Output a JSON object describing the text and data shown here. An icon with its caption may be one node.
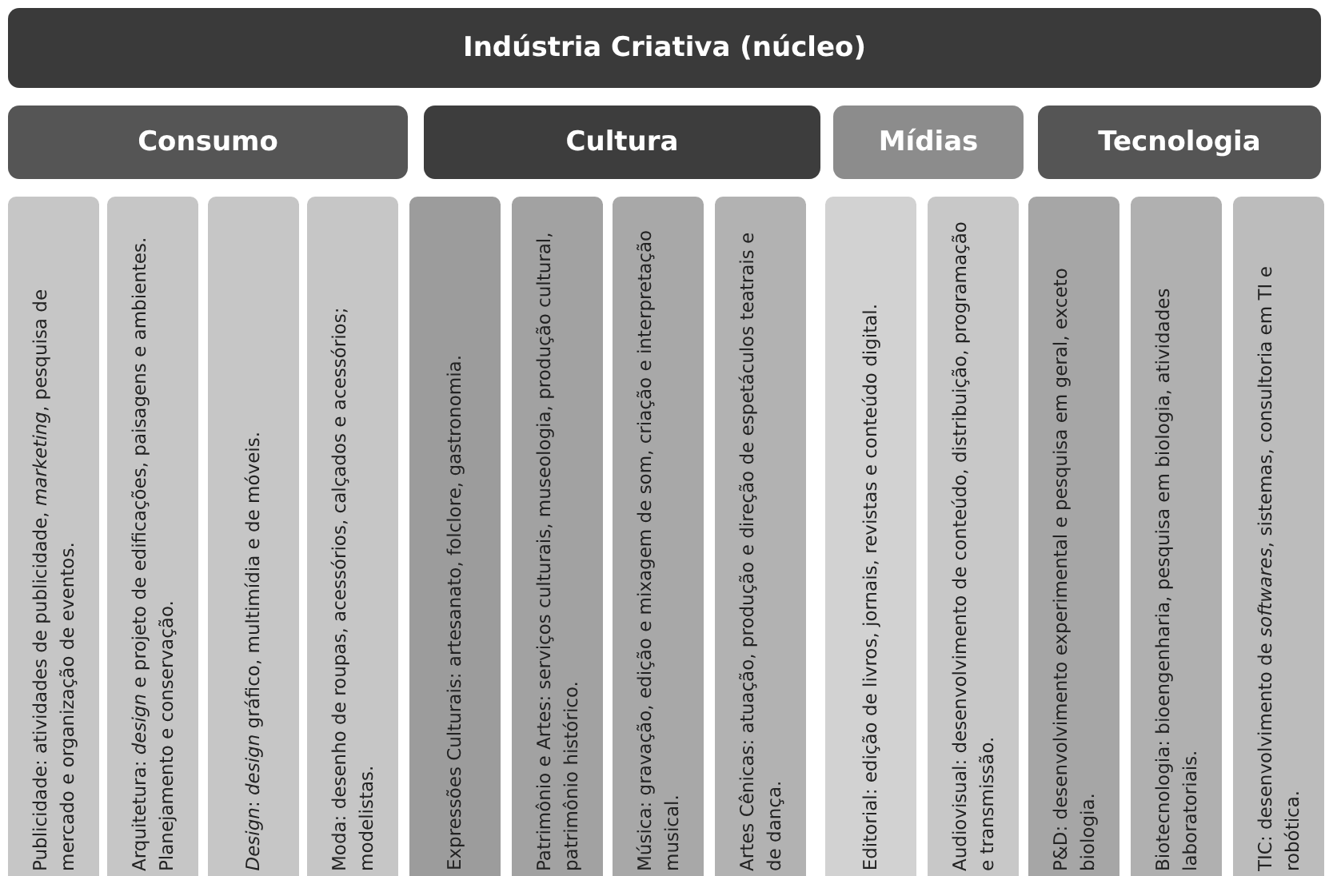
{
  "diagram": {
    "nodes": [
      {
        "text": [
          "Indústria Criativa (núcleo)"
        ]
      },
      {
        "text": [
          "Consumo"
        ]
      },
      {
        "text": [
          "Cultura"
        ]
      },
      {
        "text": [
          "Mídias"
        ]
      },
      {
        "text": [
          "Tecnologia"
        ]
      },
      {
        "text": [
          "Publicidade: atividades de publicidade, *marketing*, pesquisa de mercado e organização de eventos."
        ]
      },
      {
        "text": [
          "Arquitetura: *design* e projeto de edificações, paisagens e ambientes. Planejamento e conservação."
        ]
      },
      {
        "text": [
          "*Design*: *design* gráfico, multimídia e de móveis."
        ]
      },
      {
        "text": [
          "Moda: desenho de roupas, acessórios, calçados e acessórios; modelistas."
        ]
      },
      {
        "text": [
          "Expressões Culturais: artesanato, folclore, gastronomia."
        ]
      },
      {
        "text": [
          "Patrimônio e Artes: serviços culturais, museologia, produção cultural, patrimônio histórico."
        ]
      },
      {
        "text": [
          "Música: gravação, edição e mixagem de som, criação e interpretação musical."
        ]
      },
      {
        "text": [
          "Artes Cênicas: atuação, produção e direção de espetáculos teatrais e de dança."
        ]
      },
      {
        "text": [
          "Editorial: edição de livros, jornais, revistas e conteúdo digital."
        ]
      },
      {
        "text": [
          "Audiovisual: desenvolvimento de conteúdo, distribuição, programação e transmissão."
        ]
      },
      {
        "text": [
          "P&D: desenvolvimento experimental e pesquisa em geral, exceto biologia."
        ]
      },
      {
        "text": [
          "Biotecnologia: bioengenharia, pesquisa em biologia, atividades laboratoriais."
        ]
      },
      {
        "text": [
          "TIC: desenvolvimento de *softwares*, sistemas, consultoria em TI e robótica."
        ]
      }
    ],
    "edges": []
  }
}
